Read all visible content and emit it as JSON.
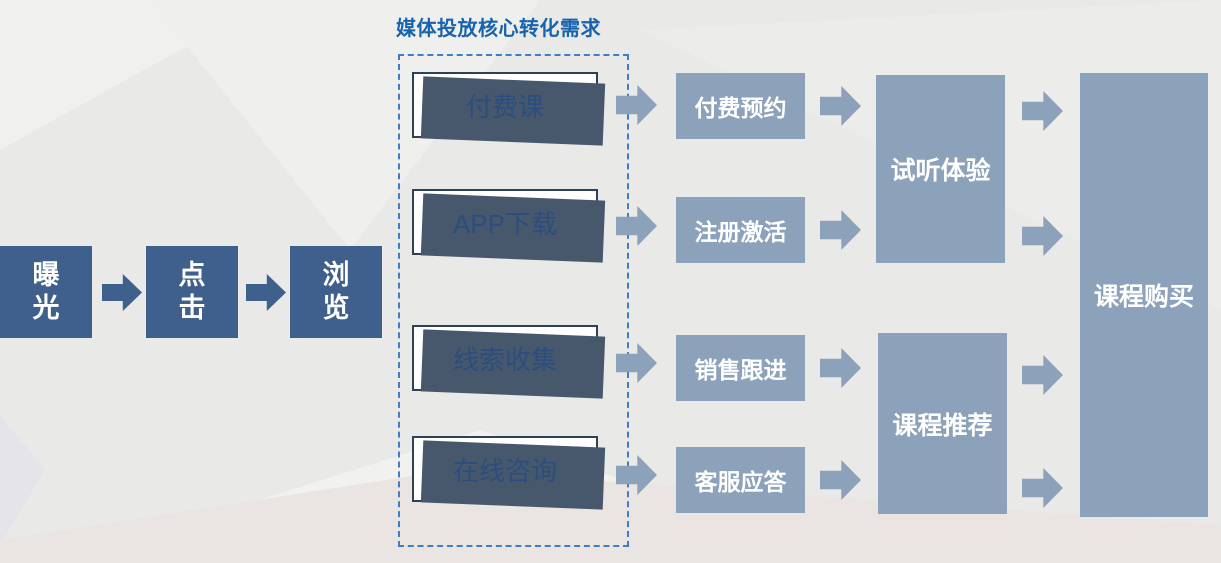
{
  "colors": {
    "dark_blue": "#3F608D",
    "slate_blue": "#8CA2BA",
    "box_text_blue": "#2B4E7E",
    "box_border": "#2E4257",
    "box_shadow": "#47586D",
    "title_blue": "#1763AE",
    "dash_blue": "#3D7EC6",
    "bg": "#E9E9E7"
  },
  "funnel": {
    "stages": [
      {
        "label": "曝光"
      },
      {
        "label": "点击"
      },
      {
        "label": "浏览"
      }
    ]
  },
  "conversion_group": {
    "title": "媒体投放核心转化需求",
    "needs": [
      {
        "label": "付费课"
      },
      {
        "label": "APP下载"
      },
      {
        "label": "线索收集"
      },
      {
        "label": "在线咨询"
      }
    ]
  },
  "actions": [
    {
      "label": "付费预约"
    },
    {
      "label": "注册激活"
    },
    {
      "label": "销售跟进"
    },
    {
      "label": "客服应答"
    }
  ],
  "outcomes": [
    {
      "label": "试听体验"
    },
    {
      "label": "课程推荐"
    }
  ],
  "goal": {
    "label": "课程购买"
  }
}
